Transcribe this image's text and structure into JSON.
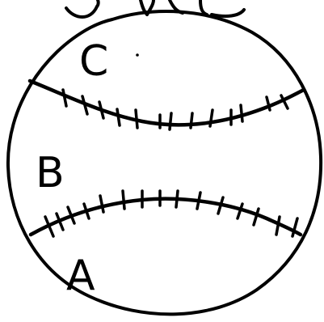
{
  "diagram": {
    "regions": [
      {
        "label": "C"
      },
      {
        "label": "B"
      },
      {
        "label": "A"
      }
    ],
    "ink_color": "#000000",
    "background_color": "#ffffff"
  }
}
